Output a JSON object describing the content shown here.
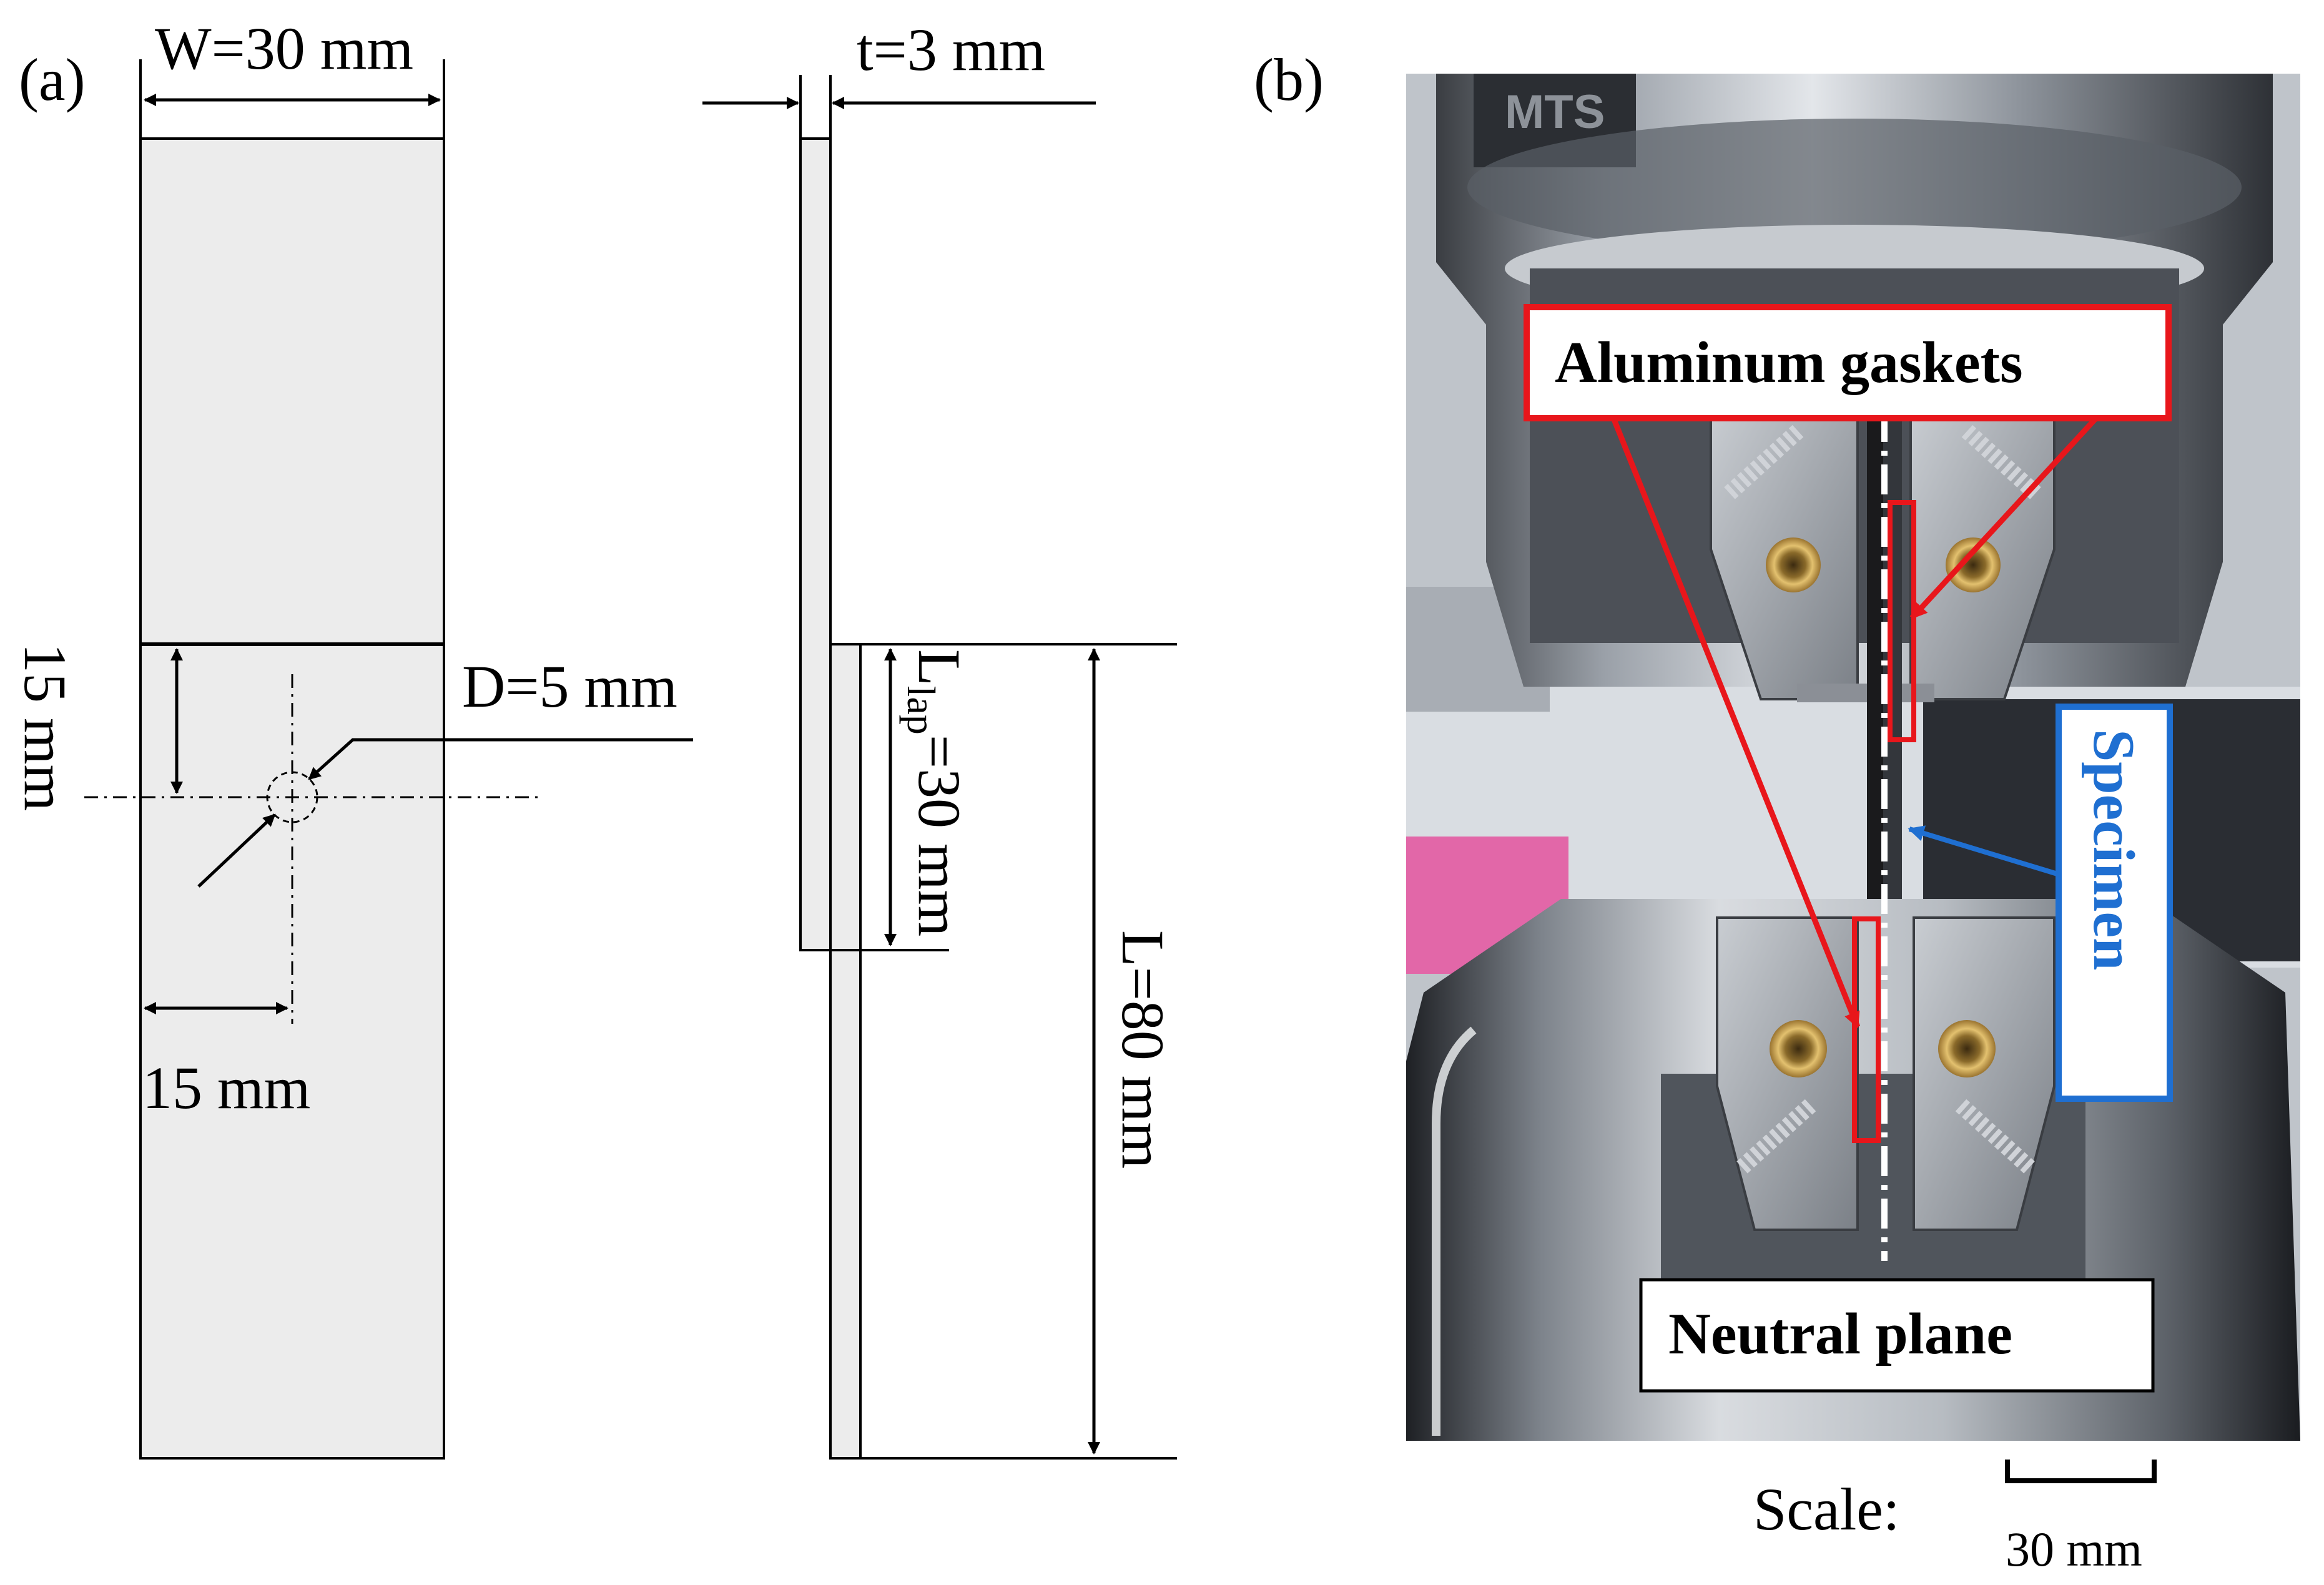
{
  "panel_a": {
    "label": "(a)",
    "width_label": "W=30 mm",
    "thickness_label": "t=3 mm",
    "vertical_offset_label": "15 mm",
    "horizontal_offset_label": "15 mm",
    "hole_diameter_label": "D=5 mm",
    "lap_length_main": "L",
    "lap_length_sub": "lap",
    "lap_length_value": "=30 mm",
    "total_length_label": "L=80 mm"
  },
  "panel_b": {
    "label": "(b)",
    "machine_logo": "MTS",
    "aluminum_gaskets_label": "Aluminum gaskets",
    "specimen_label": "Specimen",
    "neutral_plane_label": "Neutral plane",
    "scale_label": "Scale:",
    "scale_value": "30 mm"
  },
  "colors": {
    "gasket_red": "#e8161b",
    "specimen_blue": "#1f6fd1",
    "plate_fill": "#ececec",
    "line": "#000000"
  }
}
